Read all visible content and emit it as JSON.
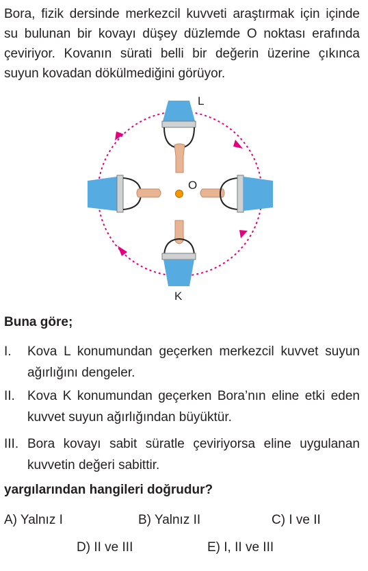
{
  "intro": "Bora, fizik dersinde merkezcil kuvveti araştırmak için içinde su bulunan bir kovayı düşey düzlemde O noktası erafında çeviriyor. Kovanın sürati belli bir değerin üzerine çıkınca suyun kovadan dökülmediğini görüyor.",
  "figure": {
    "label_top": "L",
    "label_bottom": "K",
    "label_center": "O"
  },
  "prompt": "Buna göre;",
  "statements": [
    {
      "num": "I.",
      "text": "Kova L konumundan geçerken merkezcil kuvvet suyun ağırlığını dengeler."
    },
    {
      "num": "II.",
      "text": "Kova K konumundan geçerken Bora’nın eline etki eden kuvvet suyun ağırlığından büyüktür."
    },
    {
      "num": "III.",
      "text": "Bora kovayı sabit süratle çeviriyorsa eline uygulanan kuvvetin değeri sabittir."
    }
  ],
  "question": "yargılarından hangileri doğrudur?",
  "options": {
    "a": "A) Yalnız I",
    "b": "B) Yalnız II",
    "c": "C) I ve II",
    "d": "D) II ve III",
    "e": "E) I, II ve III"
  },
  "colors": {
    "orbit": "#e5007e",
    "water": "#56abe0",
    "bucket": "#c9cbcd",
    "skin": "#e8b594",
    "center_dot": "#f39800"
  }
}
